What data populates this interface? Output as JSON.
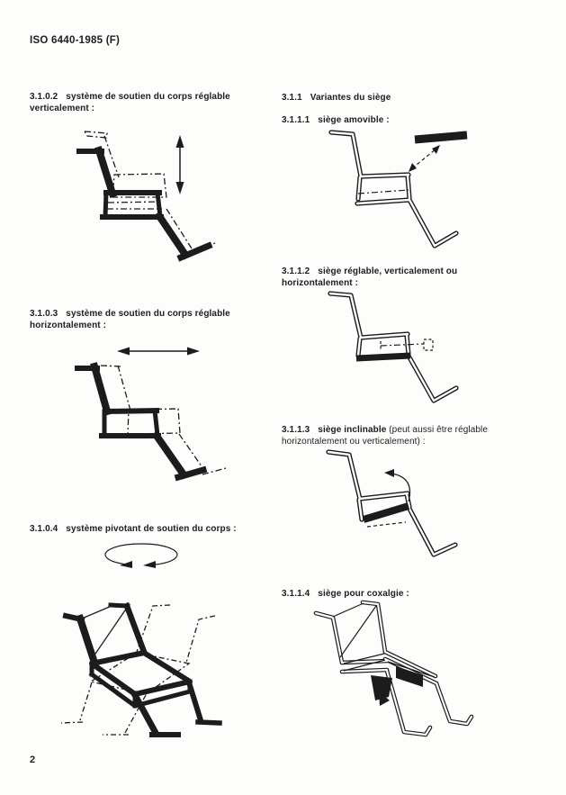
{
  "header": {
    "doc_ref": "ISO 6440-1985 (F)"
  },
  "sections": {
    "s3102": {
      "number": "3.1.0.2",
      "title": "système de soutien du corps réglable verticalement :"
    },
    "s3103": {
      "number": "3.1.0.3",
      "title": "système de soutien du corps réglable horizontalement :"
    },
    "s3104": {
      "number": "3.1.0.4",
      "title": "système pivotant de soutien du corps :"
    },
    "s311": {
      "number": "3.1.1",
      "title": "Variantes du siège"
    },
    "s3111": {
      "number": "3.1.1.1",
      "title": "siège amovible :"
    },
    "s3112": {
      "number": "3.1.1.2",
      "title": "siège réglable, verticalement ou horizontalement :"
    },
    "s3113": {
      "number": "3.1.1.3",
      "title_bold": "siège inclinable",
      "title_rest": "(peut aussi être réglable horizontalement ou verticalement) :"
    },
    "s3114": {
      "number": "3.1.1.4",
      "title": "siège pour coxalgie :"
    }
  },
  "figures": {
    "f3102": "side-view body support frame, vertical adjustment (solid + dash-dot positions, vertical double arrow)",
    "f3103": "side-view body support frame, horizontal adjustment (solid + dash-dot positions, horizontal double arrow)",
    "f3104": "perspective body support frame pivoting about vertical axis (rotation ellipse with arrowheads, dashed pivoted position)",
    "f3111": "outline seat frame with removable seat shown as detached black bar and diagonal double arrow",
    "f3112": "outline seat frame with black seat bar, dash-dot line to dashed square showing adjustment",
    "f3113": "outline seat frame with tilted black seat bar and curved tilt arrow",
    "f3114": "perspective outline chair frame with black split seat for hip condition"
  },
  "footer": {
    "page_number": "2"
  },
  "colors": {
    "ink": "#1c1c1c",
    "paper": "#fdfdfc"
  }
}
